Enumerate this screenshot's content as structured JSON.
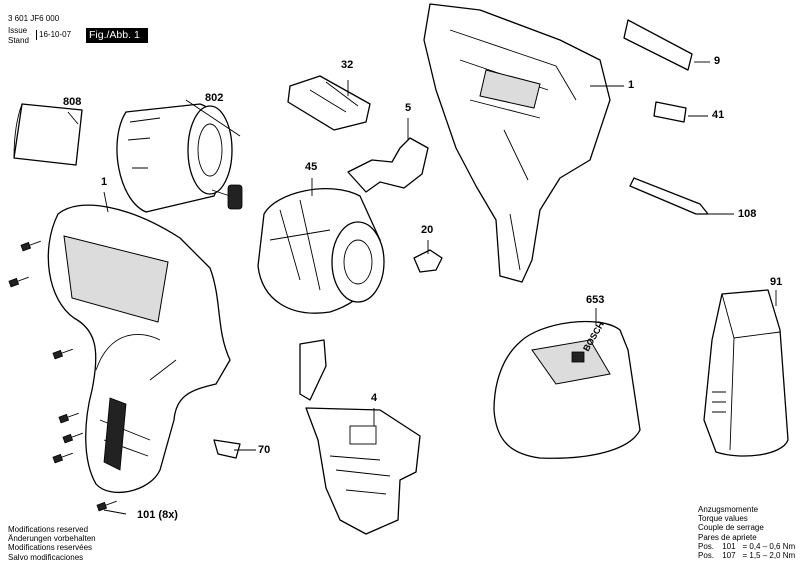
{
  "header": {
    "doc_number": "3 601 JF6 000",
    "issue_label": "Issue",
    "stand_label": "Stand",
    "issue_date": "16-10-07",
    "figure_label": "Fig./Abb. 1"
  },
  "parts": [
    {
      "id": "808"
    },
    {
      "id": "802"
    },
    {
      "id": "1"
    },
    {
      "id": "32"
    },
    {
      "id": "5"
    },
    {
      "id": "45"
    },
    {
      "id": "20"
    },
    {
      "id": "4"
    },
    {
      "id": "70"
    },
    {
      "id": "101 (8x)"
    },
    {
      "id": "1"
    },
    {
      "id": "9"
    },
    {
      "id": "41"
    },
    {
      "id": "108"
    },
    {
      "id": "653"
    },
    {
      "id": "91"
    }
  ],
  "footer_notes": [
    "Modifications reserved",
    "Änderungen vorbehalten",
    "Modifications reservées",
    "Salvo modificaciones"
  ],
  "torque": {
    "titles": [
      "Anzugsmomente",
      "Torque values",
      "Couple de serrage",
      "Pares de apriete"
    ],
    "rows": [
      {
        "label": "Pos.",
        "part": "101",
        "value": "= 0,4 – 0,6 Nm"
      },
      {
        "label": "Pos.",
        "part": "107",
        "value": "= 1,5 – 2,0 Nm"
      }
    ]
  },
  "charger_brand": "BOSCH"
}
